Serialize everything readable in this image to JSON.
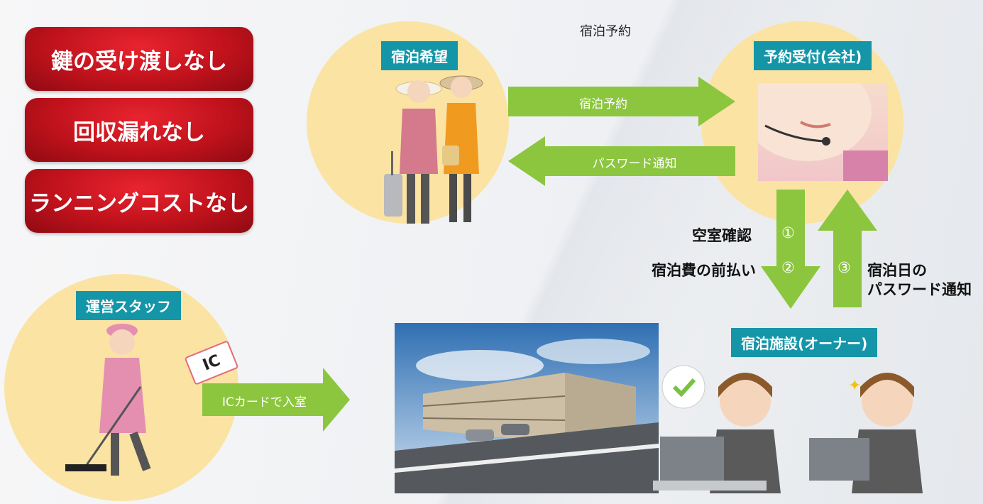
{
  "features": [
    "鍵の受け渡しなし",
    "回収漏れなし",
    "ランニングコストなし"
  ],
  "top_caption": "宿泊予約",
  "guest": {
    "tag": "宿泊希望"
  },
  "company": {
    "tag": "予約受付(会社)"
  },
  "staff": {
    "tag": "運営スタッフ",
    "card": "IC"
  },
  "owner": {
    "tag": "宿泊施設(オーナー)"
  },
  "arrows": {
    "reserve": "宿泊予約",
    "password": "パスワード通知",
    "ic_entry": "ICカードで入室"
  },
  "steps": {
    "s1_label": "空室確認",
    "s1_num": "①",
    "s2_label": "宿泊費の前払い",
    "s2_num": "②",
    "s3_num": "③",
    "s3_line1": "宿泊日の",
    "s3_line2": "パスワード通知"
  },
  "colors": {
    "green": "#8cc63f",
    "red": "#c0121c",
    "teal": "#1596a8",
    "circle": "#fbe3a3"
  }
}
